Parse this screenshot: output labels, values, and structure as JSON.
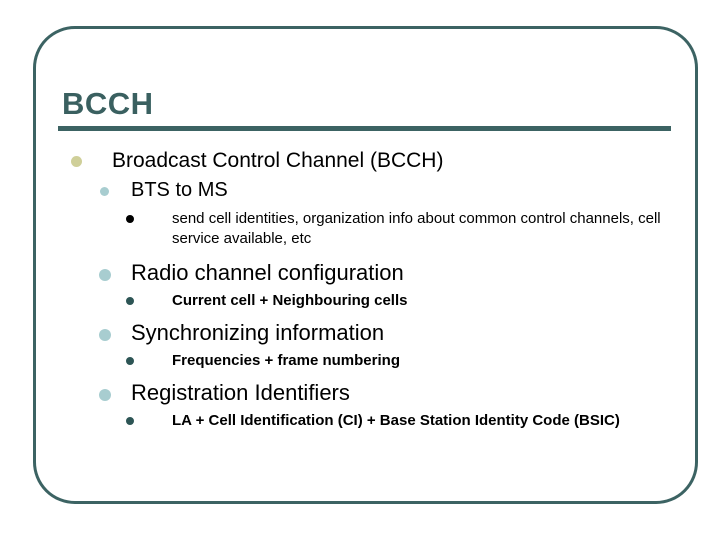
{
  "slide": {
    "title": "BCCH",
    "frame_color": "#3c6363",
    "title_color": "#3a6060",
    "rule_color": "#3c6363",
    "background": "#ffffff",
    "bullet_colors": {
      "level1": "#cfcf99",
      "level2": "#a8cdd0",
      "level3": "#2d5555",
      "level3_first": "#000000"
    },
    "outline": [
      {
        "level": 1,
        "text": "Broadcast Control Channel (BCCH)"
      },
      {
        "level": 2,
        "text": "BTS to MS"
      },
      {
        "level": 3,
        "text": "send cell identities, organization info about common control channels, cell service available, etc"
      },
      {
        "level": 2,
        "text": "Radio channel configuration"
      },
      {
        "level": 3,
        "text": "Current cell + Neighbouring cells"
      },
      {
        "level": 2,
        "text": "Synchronizing information"
      },
      {
        "level": 3,
        "text": "Frequencies + frame numbering"
      },
      {
        "level": 2,
        "text": "Registration Identifiers"
      },
      {
        "level": 3,
        "text": "LA + Cell Identification (CI) + Base Station Identity Code (BSIC)"
      }
    ]
  }
}
